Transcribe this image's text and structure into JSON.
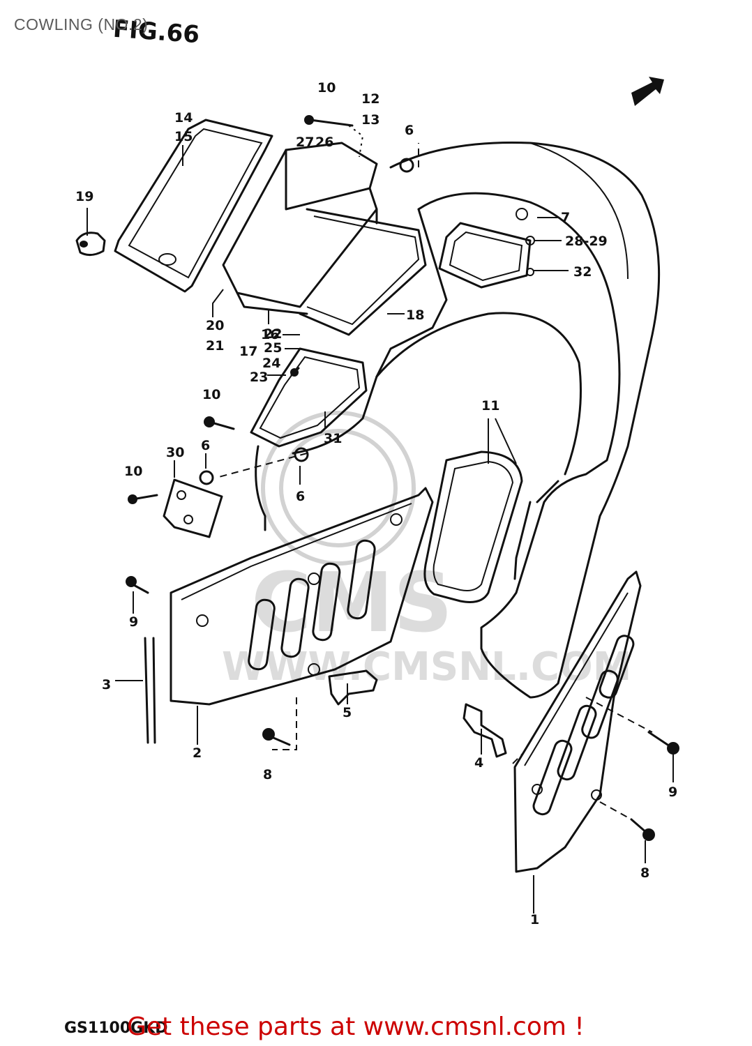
{
  "title": "COWLING (NO.2)",
  "figure_label": "FIG.66",
  "watermark": {
    "brand": "CMS",
    "url": "WWW.CMSNL.COM"
  },
  "part_labels": [
    "1",
    "2",
    "3",
    "4",
    "5",
    "6",
    "6",
    "6",
    "7",
    "8",
    "8",
    "9",
    "9",
    "10",
    "10",
    "10",
    "11",
    "12",
    "13",
    "14",
    "15",
    "16",
    "17",
    "18",
    "19",
    "20",
    "21",
    "22",
    "23",
    "24",
    "25",
    "26",
    "27",
    "28-29",
    "30",
    "31",
    "32"
  ],
  "footer": {
    "model_code": "GS1100GKD",
    "link_text": "Get these parts at www.cmsnl.com !",
    "link_color": "#cc0000"
  }
}
